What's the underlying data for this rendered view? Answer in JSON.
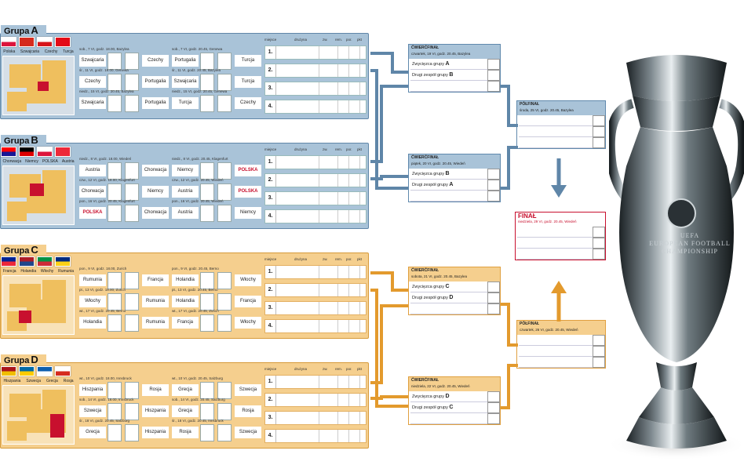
{
  "groups": [
    {
      "label": "Grupa",
      "letter": "A",
      "theme": "blue",
      "flags": [
        {
          "name": "Polska",
          "colors": [
            "#ffffff",
            "#dc143c"
          ]
        },
        {
          "name": "Szwajcaria",
          "colors": [
            "#d52b1e",
            "#d52b1e"
          ]
        },
        {
          "name": "Czechy",
          "colors": [
            "#ffffff",
            "#d7141a"
          ]
        },
        {
          "name": "Turcja",
          "colors": [
            "#e30a17",
            "#e30a17"
          ]
        }
      ],
      "matches": [
        {
          "date": "sob., 7 VI, godz. 18.00, Bazylea",
          "home": "Szwajcaria",
          "away": "Czechy"
        },
        {
          "date": "sob., 7 VI, godz. 20.45, Genewa",
          "home": "Portugalia",
          "away": "Turcja"
        },
        {
          "date": "śr., 11 VI, godz. 18.00, Genewa",
          "home": "Czechy",
          "away": "Portugalia"
        },
        {
          "date": "śr., 11 VI, godz. 20.45, Bazylea",
          "home": "Szwajcaria",
          "away": "Turcja"
        },
        {
          "date": "niedz., 15 VI, godz. 20.45, Bazylea",
          "home": "Szwajcaria",
          "away": "Portugalia"
        },
        {
          "date": "niedz., 15 VI, godz. 20.45, Genewa",
          "home": "Turcja",
          "away": "Czechy"
        }
      ]
    },
    {
      "label": "Grupa",
      "letter": "B",
      "theme": "blue",
      "flags": [
        {
          "name": "Chorwacja",
          "colors": [
            "#ff0000",
            "#171796"
          ]
        },
        {
          "name": "Niemcy",
          "colors": [
            "#000000",
            "#dd0000"
          ]
        },
        {
          "name": "POLSKA",
          "colors": [
            "#ffffff",
            "#dc143c"
          ]
        },
        {
          "name": "Austria",
          "colors": [
            "#ed2939",
            "#ed2939"
          ]
        }
      ],
      "matches": [
        {
          "date": "niedz., 8 VI, godz. 18.00, Wiedeń",
          "home": "Austria",
          "away": "Chorwacja"
        },
        {
          "date": "niedz., 8 VI, godz. 20.45, Klagenfurt",
          "home": "Niemcy",
          "away": "POLSKA"
        },
        {
          "date": "czw., 12 VI, godz. 18.00, Klagenfurt",
          "home": "Chorwacja",
          "away": "Niemcy"
        },
        {
          "date": "czw., 12 VI, godz. 20.45, Wiedeń",
          "home": "Austria",
          "away": "POLSKA"
        },
        {
          "date": "pon., 16 VI, godz. 20.45, Klagenfurt",
          "home": "POLSKA",
          "away": "Chorwacja"
        },
        {
          "date": "pon., 16 VI, godz. 20.45, Wiedeń",
          "home": "Austria",
          "away": "Niemcy"
        }
      ]
    },
    {
      "label": "Grupa",
      "letter": "C",
      "theme": "orange",
      "flags": [
        {
          "name": "Francja",
          "colors": [
            "#002395",
            "#ed2939"
          ]
        },
        {
          "name": "Holandia",
          "colors": [
            "#ae1c28",
            "#21468b"
          ]
        },
        {
          "name": "Włochy",
          "colors": [
            "#009246",
            "#ce2b37"
          ]
        },
        {
          "name": "Rumunia",
          "colors": [
            "#002b7f",
            "#fcd116"
          ]
        }
      ],
      "matches": [
        {
          "date": "pon., 9 VI, godz. 18.00, Zurich",
          "home": "Rumunia",
          "away": "Francja"
        },
        {
          "date": "pon., 9 VI, godz. 20.45, Berno",
          "home": "Holandia",
          "away": "Włochy"
        },
        {
          "date": "pt., 13 VI, godz. 18.00, Zurich",
          "home": "Włochy",
          "away": "Rumunia"
        },
        {
          "date": "pt., 13 VI, godz. 20.45, Berno",
          "home": "Holandia",
          "away": "Francja"
        },
        {
          "date": "wt., 17 VI, godz. 20.45, Berno",
          "home": "Holandia",
          "away": "Rumunia"
        },
        {
          "date": "wt., 17 VI, godz. 20.45, Zurich",
          "home": "Francja",
          "away": "Włochy"
        }
      ]
    },
    {
      "label": "Grupa",
      "letter": "D",
      "theme": "orange",
      "flags": [
        {
          "name": "Hiszpania",
          "colors": [
            "#aa151b",
            "#f1bf00"
          ]
        },
        {
          "name": "Szwecja",
          "colors": [
            "#006aa7",
            "#fecc00"
          ]
        },
        {
          "name": "Grecja",
          "colors": [
            "#0d5eaf",
            "#ffffff"
          ]
        },
        {
          "name": "Rosja",
          "colors": [
            "#ffffff",
            "#d52b1e"
          ]
        }
      ],
      "matches": [
        {
          "date": "wt., 10 VI, godz. 18.00, Innsbruck",
          "home": "Hiszpania",
          "away": "Rosja"
        },
        {
          "date": "wt., 10 VI, godz. 20.45, Salzburg",
          "home": "Grecja",
          "away": "Szwecja"
        },
        {
          "date": "sob., 14 VI, godz. 18.00, Innsbruck",
          "home": "Szwecja",
          "away": "Hiszpania"
        },
        {
          "date": "sob., 14 VI, godz. 20.45, Salzburg",
          "home": "Grecja",
          "away": "Rosja"
        },
        {
          "date": "śr., 18 VI, godz. 20.45, Salzburg",
          "home": "Grecja",
          "away": "Hiszpania"
        },
        {
          "date": "śr., 18 VI, godz. 20.45, Innsbruck",
          "home": "Rosja",
          "away": "Szwecja"
        }
      ]
    }
  ],
  "table_headers": [
    "miejsce",
    "drużyna",
    "zw.",
    "rem.",
    "por.",
    "pkt"
  ],
  "positions": [
    "1.",
    "2.",
    "3.",
    "4."
  ],
  "quarterfinals": [
    {
      "title": "ĆWIERĆFINAŁ",
      "date": "czwartek, 19 VI, godz. 20.45, Bazylea",
      "line1_prefix": "Zwycięzca grupy",
      "line1_group": "A",
      "line2_prefix": "Drugi zespół grupy",
      "line2_group": "B",
      "theme": "blue"
    },
    {
      "title": "ĆWIERĆFINAŁ",
      "date": "piątek, 20 VI, godz. 20.45, Wiedeń",
      "line1_prefix": "Zwycięzca grupy",
      "line1_group": "B",
      "line2_prefix": "Drugi zespół grupy",
      "line2_group": "A",
      "theme": "blue"
    },
    {
      "title": "ĆWIERĆFINAŁ",
      "date": "sobota, 21 VI, godz. 20.45, Bazylea",
      "line1_prefix": "Zwycięzca grupy",
      "line1_group": "C",
      "line2_prefix": "Drugi zespół grupy",
      "line2_group": "D",
      "theme": "orange"
    },
    {
      "title": "ĆWIERĆFINAŁ",
      "date": "niedziela, 22 VI, godz. 20.45, Wiedeń",
      "line1_prefix": "Zwycięzca grupy",
      "line1_group": "D",
      "line2_prefix": "Drugi zespół grupy",
      "line2_group": "C",
      "theme": "orange"
    }
  ],
  "semifinals": [
    {
      "title": "PÓŁFINAŁ",
      "date": "środa, 25 VI, godz. 20.45, Bazylea",
      "theme": "blue"
    },
    {
      "title": "PÓŁFINAŁ",
      "date": "czwartek, 26 VI, godz. 20.45, Wiedeń",
      "theme": "orange"
    }
  ],
  "final": {
    "title": "FINAŁ",
    "date": "niedziela, 29 VI, godz. 20.45, Wiedeń"
  },
  "trophy_text": [
    "UEFA",
    "EUROPEAN FOOTBALL",
    "CHAMPIONSHIP"
  ],
  "colors": {
    "blue": "#a9c3d8",
    "blue_line": "#5f86a8",
    "orange": "#f5cf8e",
    "orange_line": "#e39a2d",
    "final_red": "#c8102e"
  }
}
